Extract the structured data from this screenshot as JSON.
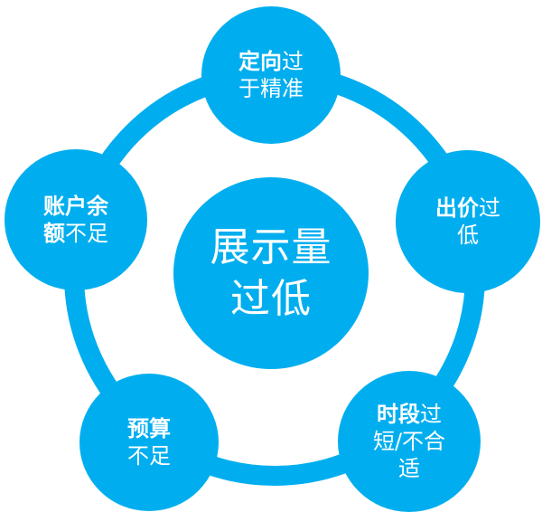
{
  "colors": {
    "accent": "#00AEEF",
    "text": "#FFFFFF",
    "background": "#FFFFFF"
  },
  "center": {
    "lines": [
      "展示量",
      "过低"
    ]
  },
  "nodes": [
    {
      "id": "top",
      "bold": "定向",
      "rest": "过",
      "line2": "于精准",
      "line3": ""
    },
    {
      "id": "right",
      "bold": "出价",
      "rest": "过",
      "line2": "低",
      "line3": ""
    },
    {
      "id": "bottom-right",
      "bold": "时段",
      "rest": "过",
      "line2": "短/不合",
      "line3": "适"
    },
    {
      "id": "bottom-left",
      "bold": "",
      "rest": "预算",
      "line2": "不足",
      "line3": ""
    },
    {
      "id": "left",
      "bold": "",
      "rest": "账户余",
      "line2_bold": "额",
      "line2": "不足",
      "line3": ""
    }
  ]
}
